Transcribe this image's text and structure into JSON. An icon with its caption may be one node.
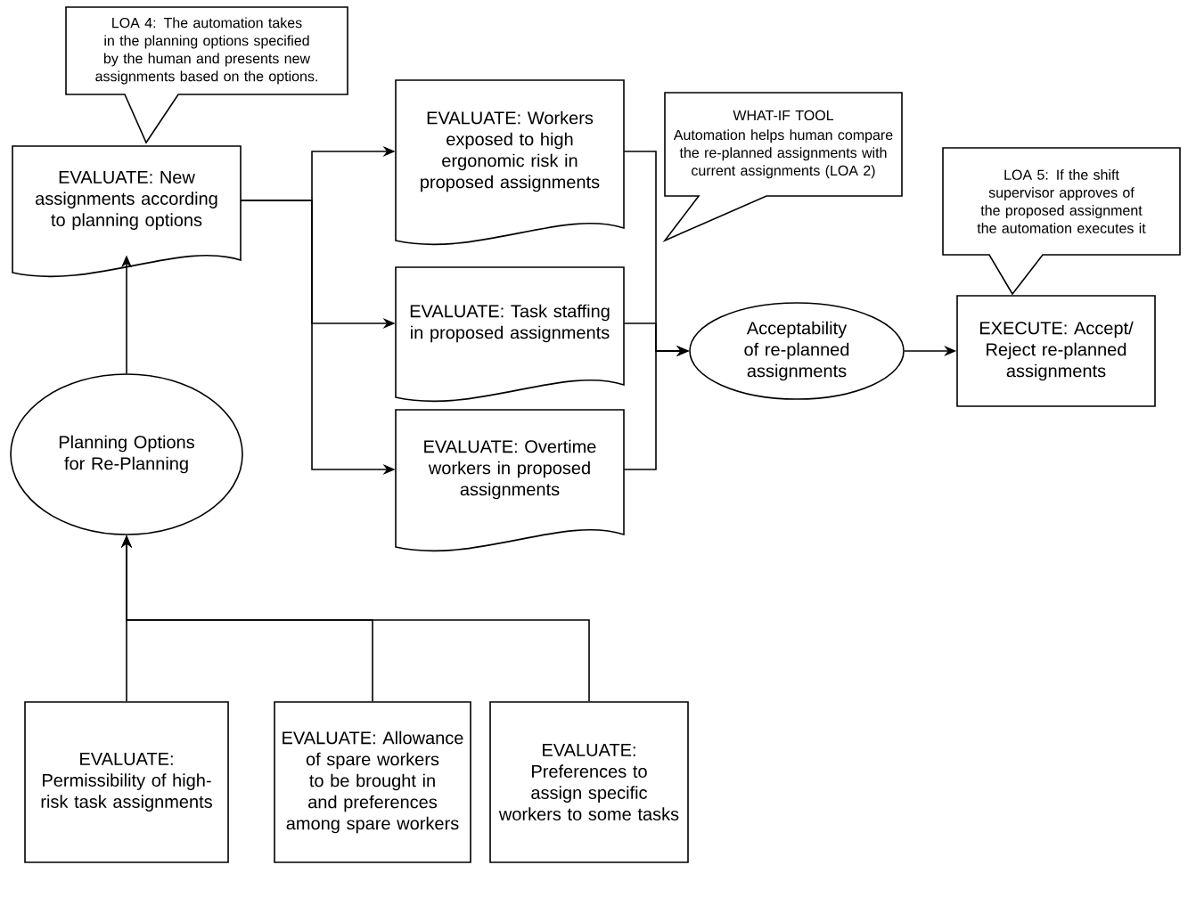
{
  "diagram": {
    "nodes": [
      {
        "text": [
          "LOA 4: The automation takes in the planning options specified by the human and presents new assignments based on the options."
        ]
      },
      {
        "text": [
          "EVALUATE: New assignments according to planning options"
        ]
      },
      {
        "text": [
          "EVALUATE: Workers exposed to high ergonomic risk in proposed assignments"
        ]
      },
      {
        "text": [
          "EVALUATE: Task staffing in proposed assignments"
        ]
      },
      {
        "text": [
          "EVALUATE: Overtime workers in proposed assignments"
        ]
      },
      {
        "text": [
          "WHAT-IF TOOL",
          "Automation helps human compare the re-planned assignments with current assignments (LOA 2)"
        ]
      },
      {
        "text": [
          "Acceptability of re-planned assignments"
        ]
      },
      {
        "text": [
          "LOA 5: If the shift supervisor approves of the proposed assignment the automation executes it"
        ]
      },
      {
        "text": [
          "EXECUTE: Accept/ Reject re-planned assignments"
        ]
      },
      {
        "text": [
          "Planning Options for Re-Planning"
        ]
      },
      {
        "text": [
          "EVALUATE: Permissibility of high-risk task assignments"
        ]
      },
      {
        "text": [
          "EVALUATE: Allowance of spare workers to be brought in and preferences among spare workers"
        ]
      },
      {
        "text": [
          "EVALUATE: Preferences to assign specific workers to some tasks"
        ]
      }
    ],
    "edges": [
      {
        "from": 1,
        "to": 2,
        "arrow": "to"
      },
      {
        "from": 1,
        "to": 3,
        "arrow": "to"
      },
      {
        "from": 1,
        "to": 4,
        "arrow": "to"
      },
      {
        "from": 2,
        "to": 6,
        "arrow": "to"
      },
      {
        "from": 3,
        "to": 6,
        "arrow": "to"
      },
      {
        "from": 4,
        "to": 6,
        "arrow": "to"
      },
      {
        "from": 6,
        "to": 8,
        "arrow": "to"
      },
      {
        "from": 9,
        "to": 1,
        "arrow": "to"
      },
      {
        "from": 10,
        "to": 9,
        "arrow": "to"
      },
      {
        "from": 11,
        "to": 9,
        "arrow": "to"
      },
      {
        "from": 12,
        "to": 9,
        "arrow": "to"
      }
    ]
  }
}
